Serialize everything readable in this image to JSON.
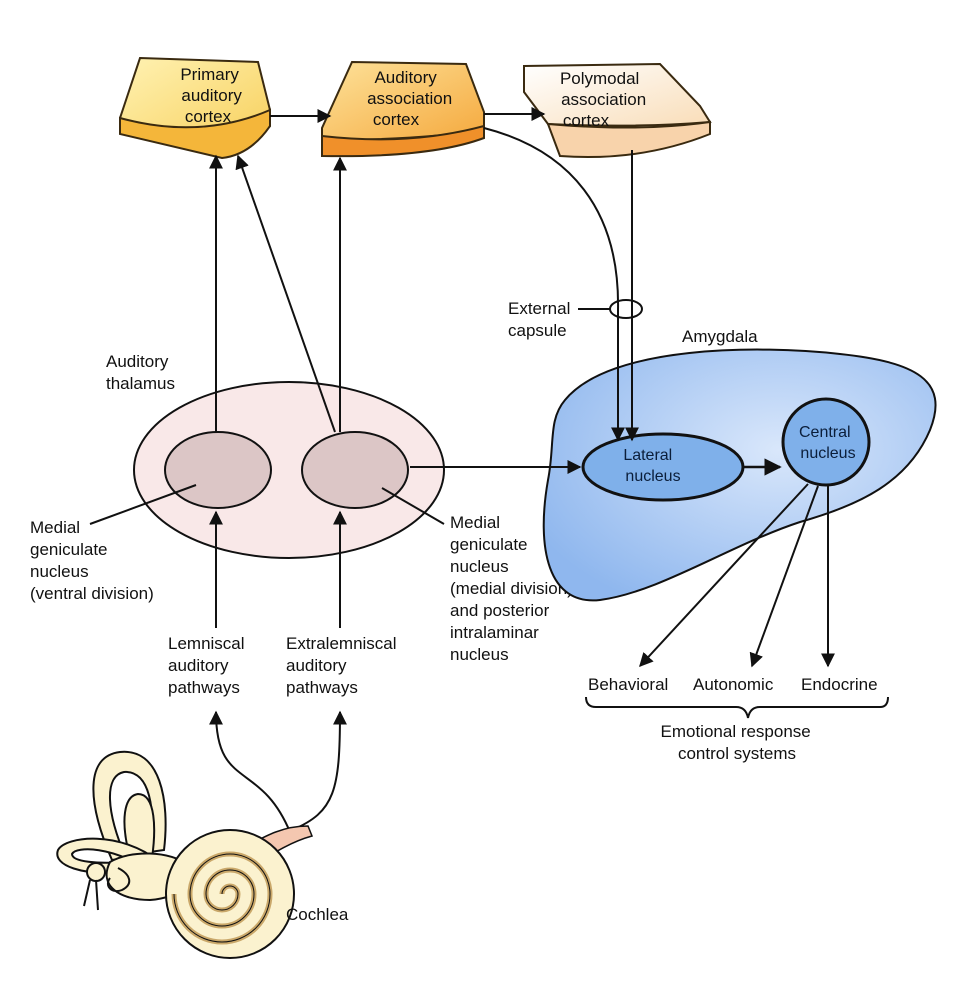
{
  "cortex": {
    "primary": [
      "Primary",
      "auditory",
      "cortex"
    ],
    "association": [
      "Auditory",
      "association",
      "cortex"
    ],
    "polymodal": [
      "Polymodal",
      "association",
      "cortex"
    ]
  },
  "thalamus": {
    "title": [
      "Auditory",
      "thalamus"
    ],
    "mgn_ventral": [
      "Medial",
      "geniculate",
      "nucleus",
      "(ventral division)"
    ],
    "mgn_medial": [
      "Medial",
      "geniculate",
      "nucleus",
      "(medial division)",
      "and posterior",
      "intralaminar",
      "nucleus"
    ]
  },
  "capsule": [
    "External",
    "capsule"
  ],
  "amygdala": {
    "title": "Amygdala",
    "lateral": [
      "Lateral",
      "nucleus"
    ],
    "central": [
      "Central",
      "nucleus"
    ]
  },
  "outputs": {
    "behavioral": "Behavioral",
    "autonomic": "Autonomic",
    "endocrine": "Endocrine",
    "group": [
      "Emotional response",
      "control systems"
    ]
  },
  "pathways": {
    "lemniscal": [
      "Lemniscal",
      "auditory",
      "pathways"
    ],
    "extralemniscal": [
      "Extralemniscal",
      "auditory",
      "pathways"
    ]
  },
  "cochlea": "Cochlea",
  "colors": {
    "primary_top": "#fde38a",
    "primary_side": "#f5b83c",
    "association_top": "#fbc15a",
    "association_side": "#f39a2c",
    "polymodal_top": "#fff3da",
    "polymodal_side": "#f7cfa4",
    "thalamus": "#f9e7e7",
    "nucleus_gray": "#d9c4c4",
    "amygdala": "#a9c8f2",
    "amygdala_nucleus": "#7eaee9",
    "ear": "#fbf2cf"
  }
}
